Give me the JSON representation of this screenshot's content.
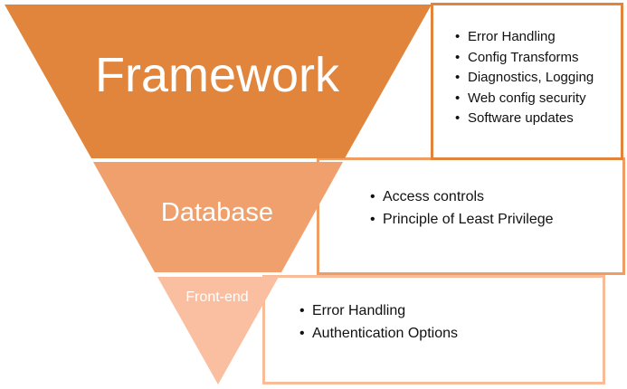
{
  "diagram": {
    "type": "inverted-funnel",
    "colors": {
      "framework": "#e0853b",
      "database": "#f0a06c",
      "frontend": "#f9bfa0",
      "label_text": "#ffffff",
      "bullet_text": "#111111"
    },
    "layers": [
      {
        "label": "Framework",
        "items": [
          "Error Handling",
          "Config Transforms",
          "Diagnostics, Logging",
          "Web config security",
          "Software updates"
        ]
      },
      {
        "label": "Database",
        "items": [
          "Access controls",
          "Principle of Least Privilege"
        ]
      },
      {
        "label": "Front-end",
        "items": [
          "Error Handling",
          "Authentication Options"
        ]
      }
    ]
  }
}
